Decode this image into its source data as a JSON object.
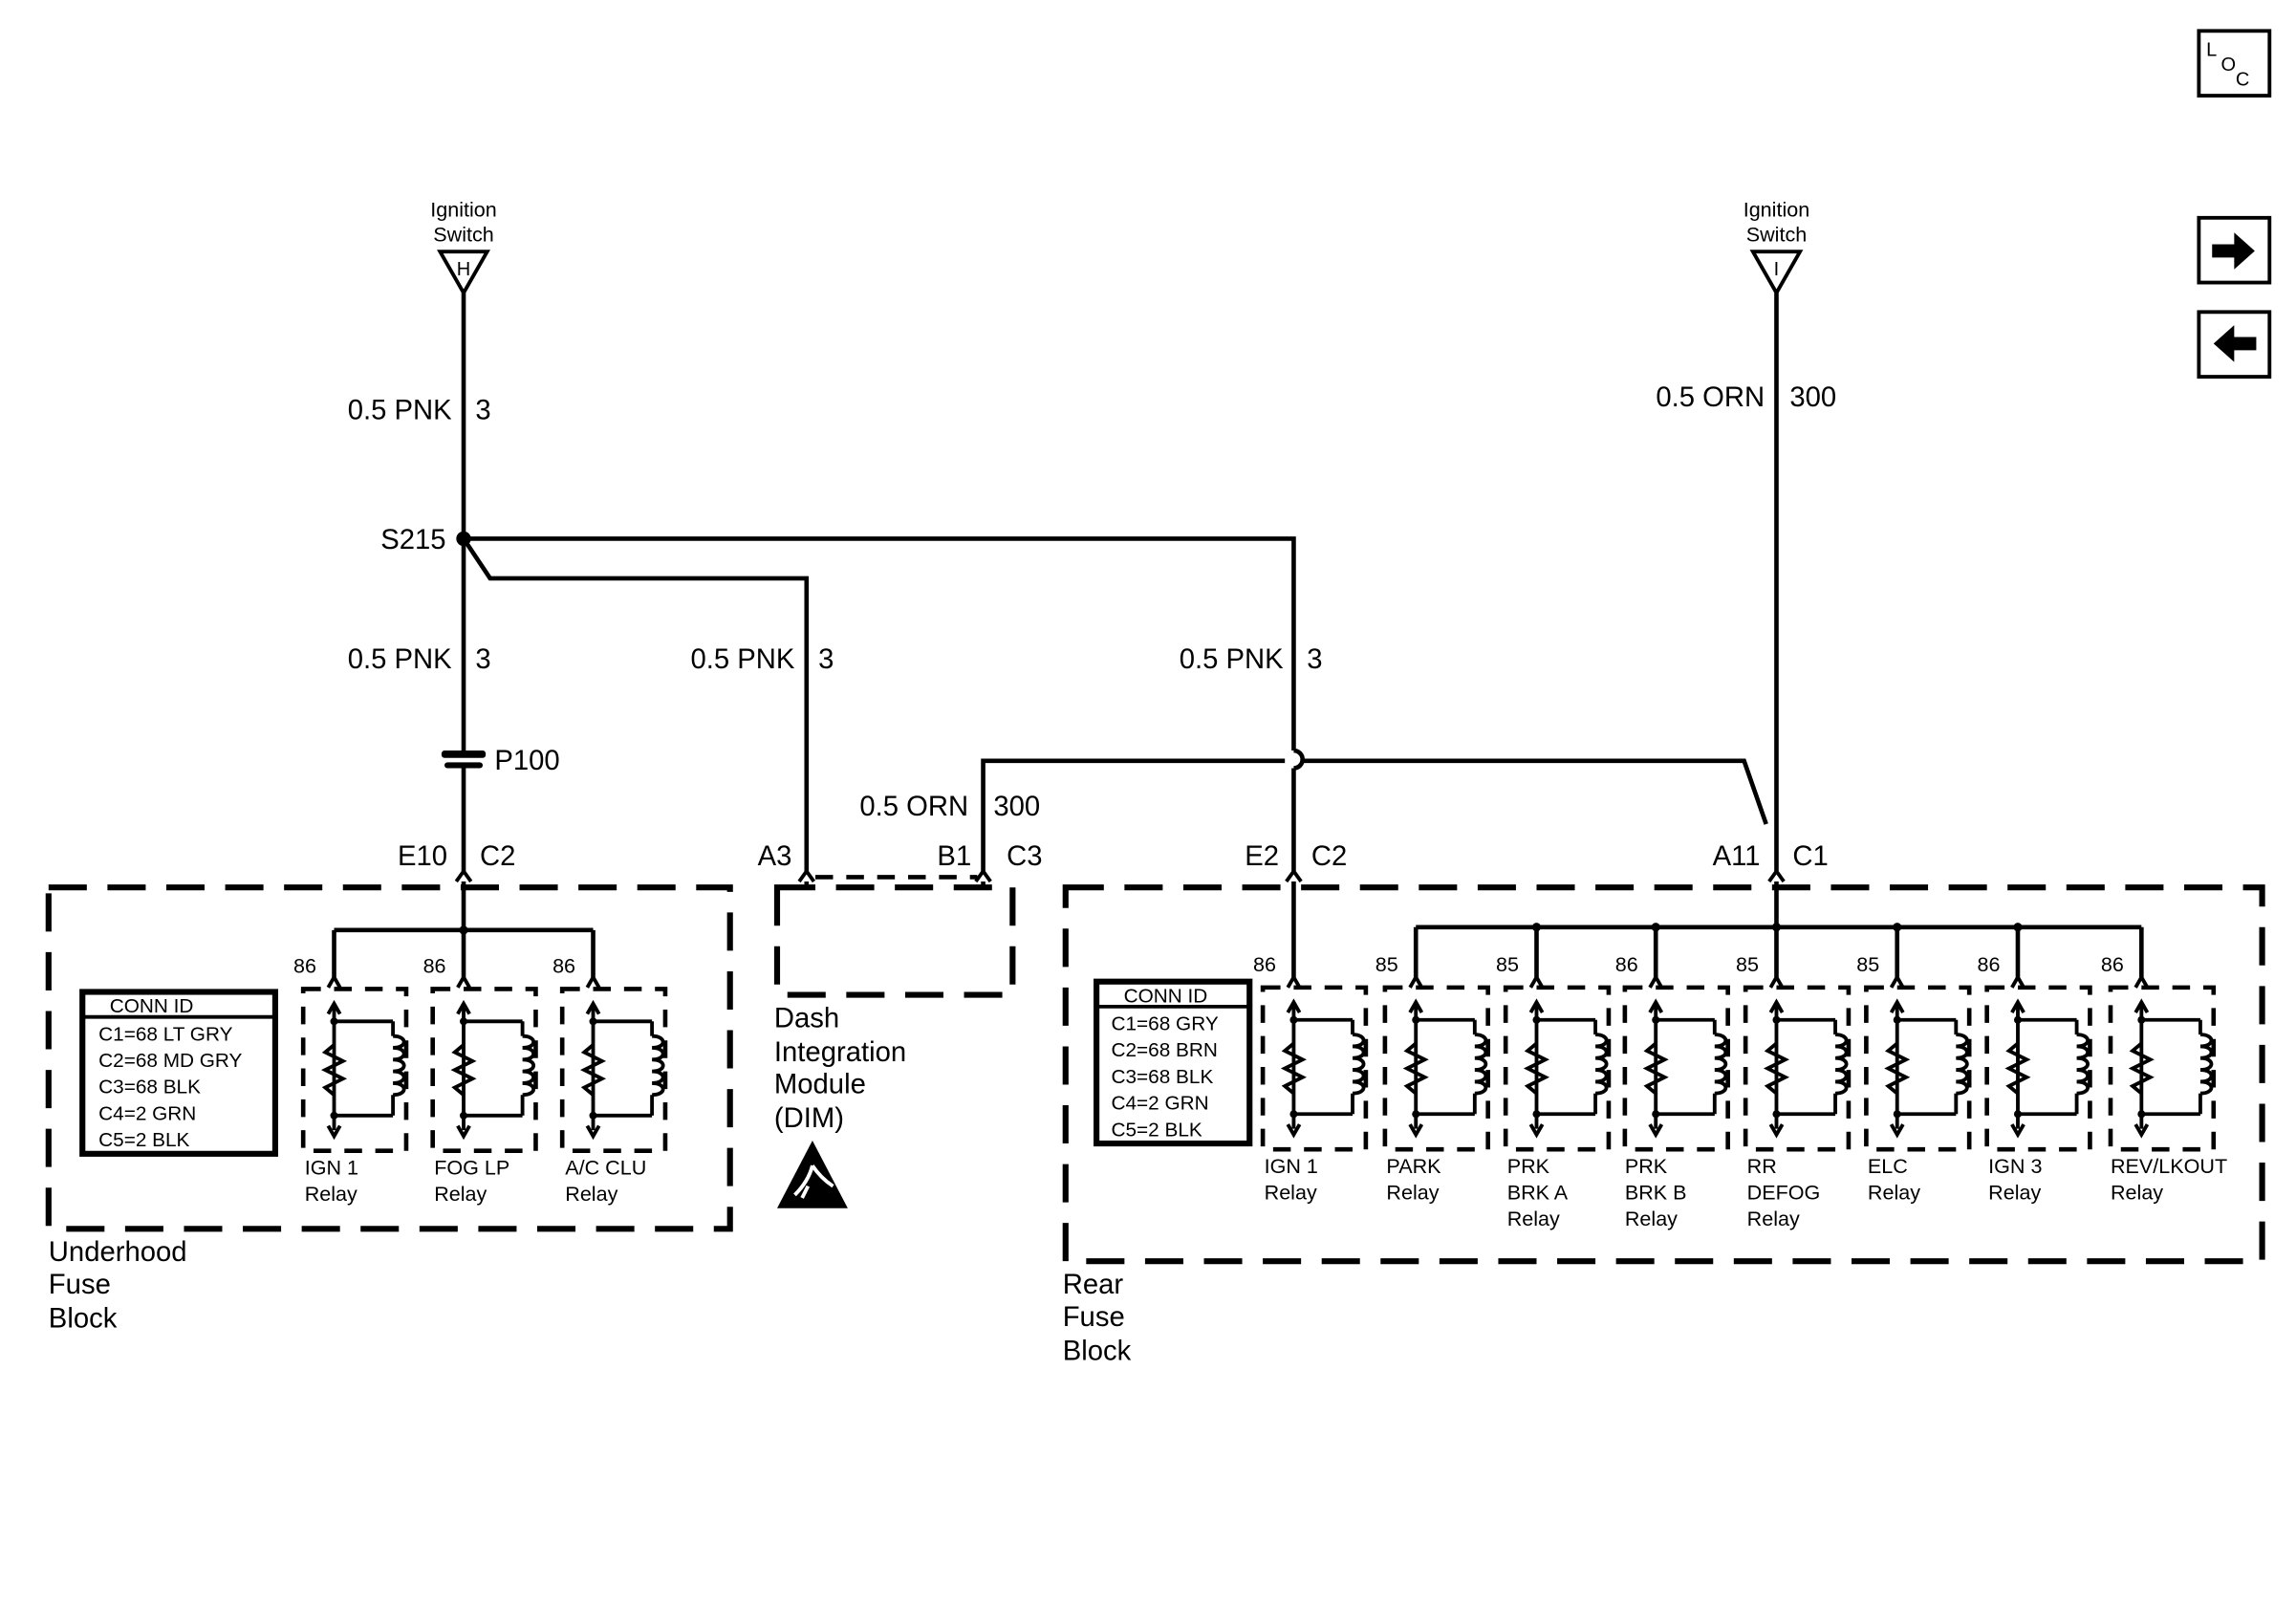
{
  "nav": {
    "loc_label_l": "L",
    "loc_label_o": "O",
    "loc_label_c": "C",
    "next_icon": "arrow-right-icon",
    "prev_icon": "arrow-left-icon"
  },
  "sources": {
    "left": {
      "line1": "Ignition",
      "line2": "Switch",
      "terminal": "H"
    },
    "right": {
      "line1": "Ignition",
      "line2": "Switch",
      "terminal": "I"
    }
  },
  "wires": {
    "w1": {
      "gauge_color": "0.5 PNK",
      "circuit": "3"
    },
    "w2": {
      "gauge_color": "0.5 PNK",
      "circuit": "3"
    },
    "w3": {
      "gauge_color": "0.5 PNK",
      "circuit": "3"
    },
    "w4": {
      "gauge_color": "0.5 PNK",
      "circuit": "3"
    },
    "w5": {
      "gauge_color": "0.5 ORN",
      "circuit": "300"
    },
    "w6": {
      "gauge_color": "0.5 ORN",
      "circuit": "300"
    }
  },
  "splice": "S215",
  "inline_connector": "P100",
  "pins": {
    "uh_pin": "E10",
    "uh_conn": "C2",
    "dim_a": "A3",
    "dim_b": "B1",
    "dim_conn": "C3",
    "rf_e2": "E2",
    "rf_e2_conn": "C2",
    "rf_a11": "A11",
    "rf_a11_conn": "C1"
  },
  "underhood": {
    "name_lines": [
      "Underhood",
      "Fuse",
      "Block"
    ],
    "conn_id_title": "CONN ID",
    "conn_ids": [
      "C1=68 LT GRY",
      "C2=68 MD GRY",
      "C3=68 BLK",
      "C4=2 GRN",
      "C5=2 BLK"
    ],
    "relays": [
      {
        "pin": "86",
        "line1": "IGN 1",
        "line2": "Relay",
        "line3": ""
      },
      {
        "pin": "86",
        "line1": "FOG LP",
        "line2": "Relay",
        "line3": ""
      },
      {
        "pin": "86",
        "line1": "A/C CLU",
        "line2": "Relay",
        "line3": ""
      }
    ]
  },
  "dim": {
    "name_lines": [
      "Dash",
      "Integration",
      "Module",
      "(DIM)"
    ],
    "esd_icon": "esd-warning-icon"
  },
  "rear": {
    "name_lines": [
      "Rear",
      "Fuse",
      "Block"
    ],
    "conn_id_title": "CONN ID",
    "conn_ids": [
      "C1=68 GRY",
      "C2=68 BRN",
      "C3=68 BLK",
      "C4=2 GRN",
      "C5=2 BLK"
    ],
    "relays": [
      {
        "pin": "86",
        "line1": "IGN 1",
        "line2": "Relay",
        "line3": ""
      },
      {
        "pin": "85",
        "line1": "PARK",
        "line2": "Relay",
        "line3": ""
      },
      {
        "pin": "85",
        "line1": "PRK",
        "line2": "BRK A",
        "line3": "Relay"
      },
      {
        "pin": "86",
        "line1": "PRK",
        "line2": "BRK B",
        "line3": "Relay"
      },
      {
        "pin": "85",
        "line1": "RR",
        "line2": "DEFOG",
        "line3": "Relay"
      },
      {
        "pin": "85",
        "line1": "ELC",
        "line2": "Relay",
        "line3": ""
      },
      {
        "pin": "86",
        "line1": "IGN 3",
        "line2": "Relay",
        "line3": ""
      },
      {
        "pin": "86",
        "line1": "REV/LKOUT",
        "line2": "Relay",
        "line3": ""
      }
    ]
  }
}
